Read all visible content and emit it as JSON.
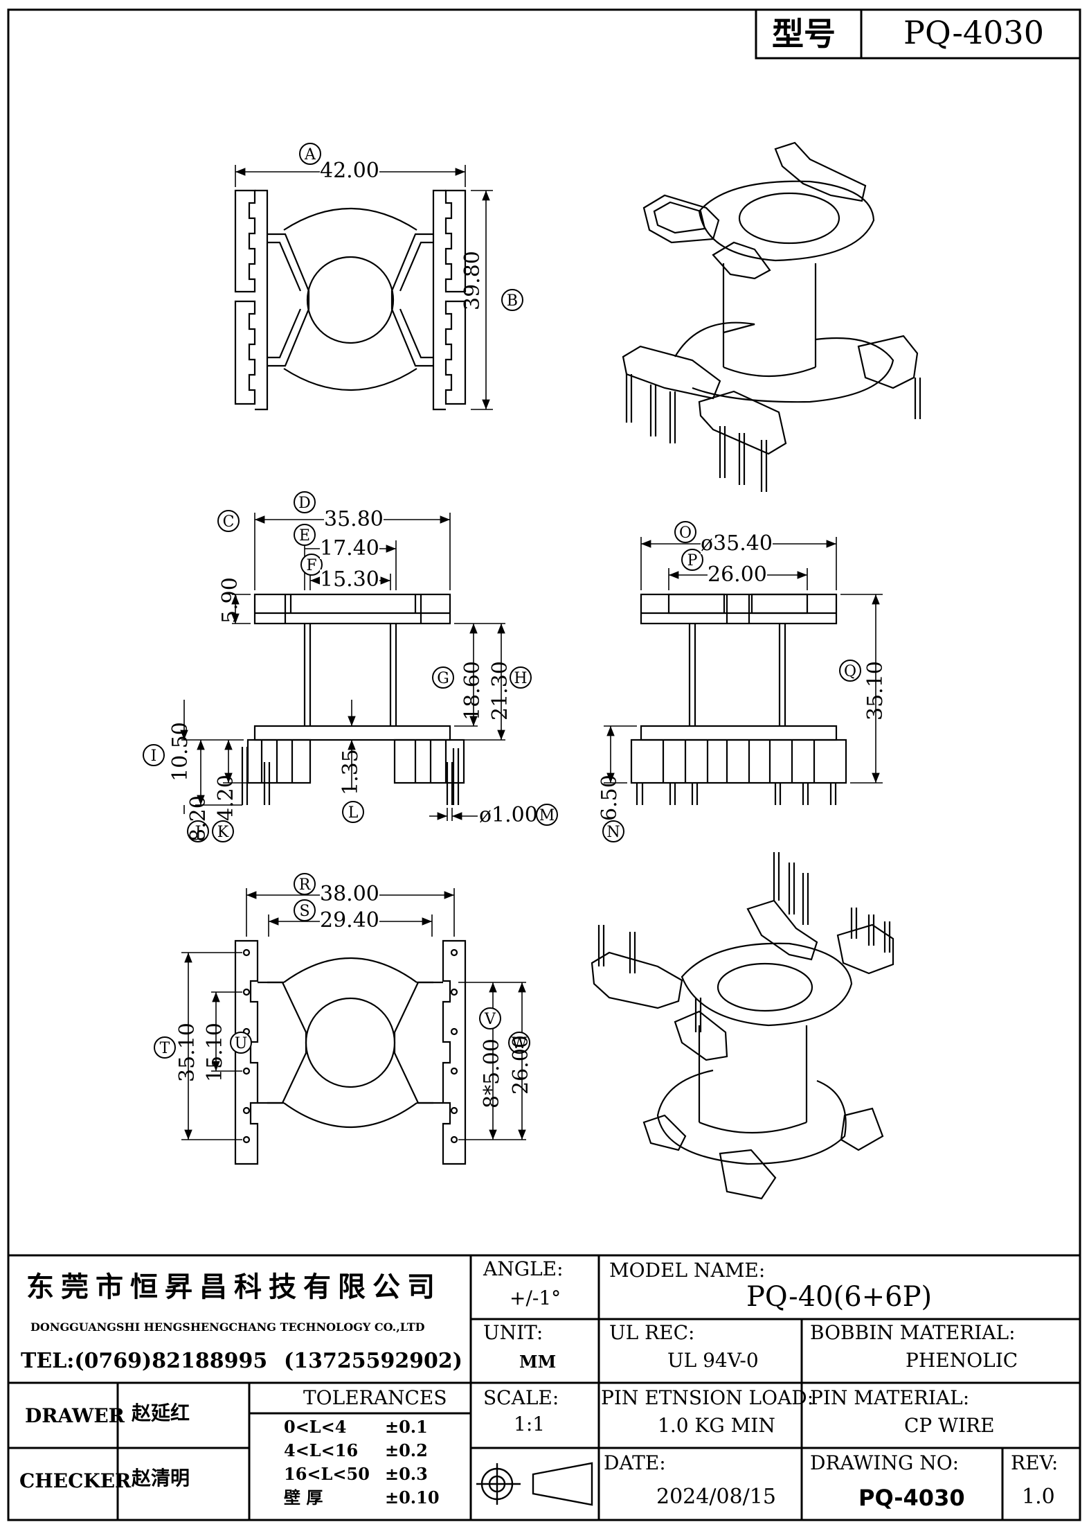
{
  "header": {
    "label": "型号",
    "model": "PQ-4030"
  },
  "views": {
    "top": {
      "dims": {
        "A": {
          "tag": "A",
          "value": "42.00"
        },
        "B": {
          "tag": "B",
          "value": "39.80"
        }
      }
    },
    "front": {
      "dims": {
        "C": {
          "tag": "C",
          "value": "5.90"
        },
        "D": {
          "tag": "D",
          "value": "35.80"
        },
        "E": {
          "tag": "E",
          "value": "17.40"
        },
        "F": {
          "tag": "F",
          "value": "15.30"
        },
        "G": {
          "tag": "G",
          "value": "18.60"
        },
        "H": {
          "tag": "H",
          "value": "21.30"
        },
        "I": {
          "tag": "I",
          "value": "10.50"
        },
        "J": {
          "tag": "J",
          "value": "8.20"
        },
        "K": {
          "tag": "K",
          "value": "4.20"
        },
        "L": {
          "tag": "L",
          "value": "1.35"
        },
        "M": {
          "tag": "M",
          "value": "ø1.00"
        }
      }
    },
    "side": {
      "dims": {
        "O": {
          "tag": "O",
          "value": "ø35.40"
        },
        "P": {
          "tag": "P",
          "value": "26.00"
        },
        "Q": {
          "tag": "Q",
          "value": "35.10"
        },
        "N": {
          "tag": "N",
          "value": "6.50"
        }
      }
    },
    "bottom": {
      "dims": {
        "R": {
          "tag": "R",
          "value": "38.00"
        },
        "S": {
          "tag": "S",
          "value": "29.40"
        },
        "T": {
          "tag": "T",
          "value": "35.10"
        },
        "U": {
          "tag": "U",
          "value": "15.10"
        },
        "V": {
          "tag": "V",
          "value": "8*5.00"
        },
        "W": {
          "tag": "W",
          "value": "26.00"
        }
      }
    }
  },
  "title_block": {
    "company_cn": "东莞市恒昇昌科技有限公司",
    "company_en": "DONGGUANGSHI HENGSHENGCHANG TECHNOLOGY CO.,LTD",
    "tel": "TEL:(0769)82188995",
    "mobile": "(13725592902)",
    "drawer_label": "DRAWER",
    "drawer_name": "赵延红",
    "checker_label": "CHECKER",
    "checker_name": "赵清明",
    "tolerances_label": "TOLERANCES",
    "tolerances": [
      {
        "range": "0<L<4",
        "value": "±0.1"
      },
      {
        "range": "4<L<16",
        "value": "±0.2"
      },
      {
        "range": "16<L<50",
        "value": "±0.3"
      },
      {
        "range": "壁 厚",
        "value": "±0.10"
      }
    ],
    "angle_label": "ANGLE:",
    "angle_value": "+/-1°",
    "unit_label": "UNIT:",
    "unit_value": "MM",
    "scale_label": "SCALE:",
    "scale_value": "1:1",
    "model_name_label": "MODEL NAME:",
    "model_name_value": "PQ-40(6+6P)",
    "ul_rec_label": "UL REC:",
    "ul_rec_value": "UL 94V-0",
    "bobbin_material_label": "BOBBIN MATERIAL:",
    "bobbin_material_value": "PHENOLIC",
    "pin_load_label": "PIN ETNSION LOAD:",
    "pin_load_value": "1.0 KG MIN",
    "pin_material_label": "PIN MATERIAL:",
    "pin_material_value": "CP WIRE",
    "date_label": "DATE:",
    "date_value": "2024/08/15",
    "drawing_no_label": "DRAWING NO:",
    "drawing_no_value": "PQ-4030",
    "rev_label": "REV:",
    "rev_value": "1.0"
  }
}
